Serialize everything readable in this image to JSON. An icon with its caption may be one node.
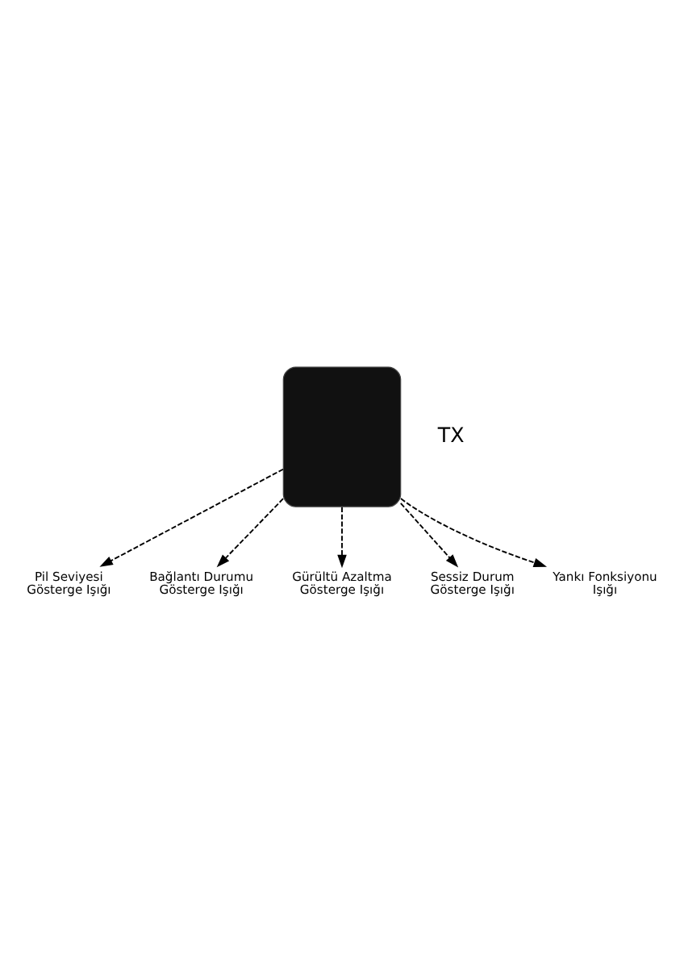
{
  "diagram": {
    "nodes": [
      {
        "text": [],
        "shape": "box"
      },
      {
        "text": [
          "Pil Seviyesi Gösterge Işığı"
        ]
      },
      {
        "text": [
          "Bağlantı Durumu Gösterge Işığı"
        ]
      },
      {
        "text": [
          "Gürültü Azaltma Gösterge Işığı"
        ]
      },
      {
        "text": [
          "Sessiz Durum Gösterge Işığı"
        ]
      },
      {
        "text": [
          "Yankı Fonksiyonu Işığı"
        ]
      }
    ],
    "edges": [
      {
        "from": 0,
        "to": 1,
        "arrow": "to",
        "style": "dashed"
      },
      {
        "from": 0,
        "to": 2,
        "arrow": "to",
        "style": "dashed"
      },
      {
        "from": 0,
        "to": 3,
        "arrow": "to",
        "style": "dashed"
      },
      {
        "from": 0,
        "to": 4,
        "arrow": "to",
        "style": "dashed"
      },
      {
        "from": 0,
        "to": 5,
        "arrow": "to",
        "style": "dashed"
      }
    ],
    "labels": [
      "TX"
    ]
  }
}
